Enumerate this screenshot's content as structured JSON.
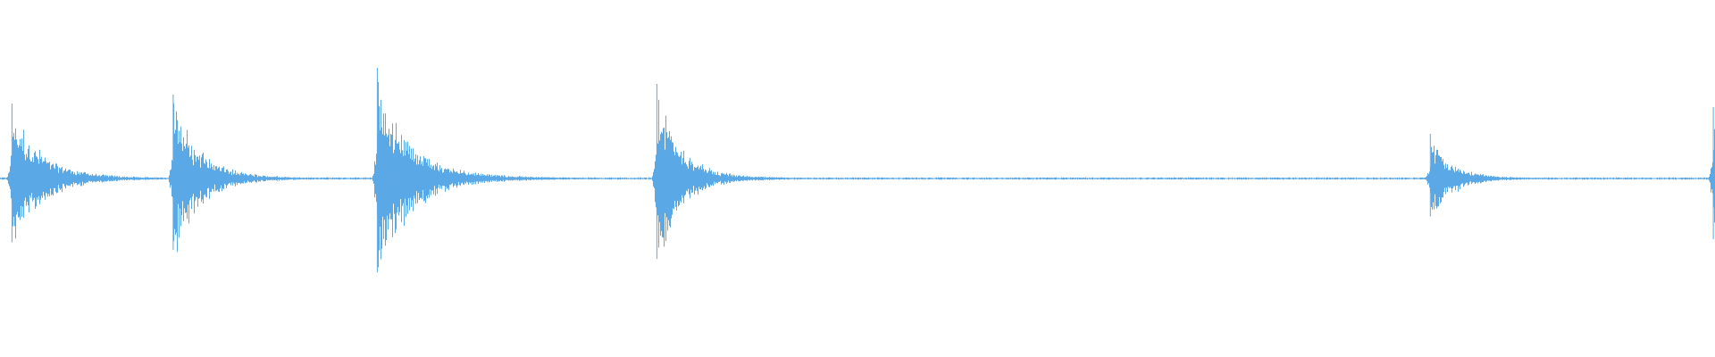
{
  "waveform": {
    "color": "#5aa9e6",
    "baseline_color": "#7fbcec",
    "duration_fraction_shown": 1.0,
    "events": [
      {
        "position": 0.007,
        "peak": 0.42,
        "decay": 0.045
      },
      {
        "position": 0.101,
        "peak": 0.47,
        "decay": 0.04
      },
      {
        "position": 0.22,
        "peak": 0.62,
        "decay": 0.05
      },
      {
        "position": 0.383,
        "peak": 0.53,
        "decay": 0.036
      },
      {
        "position": 0.834,
        "peak": 0.25,
        "decay": 0.035
      },
      {
        "position": 0.999,
        "peak": 0.4,
        "decay": 0.004
      }
    ],
    "noise_floor": 0.006
  }
}
